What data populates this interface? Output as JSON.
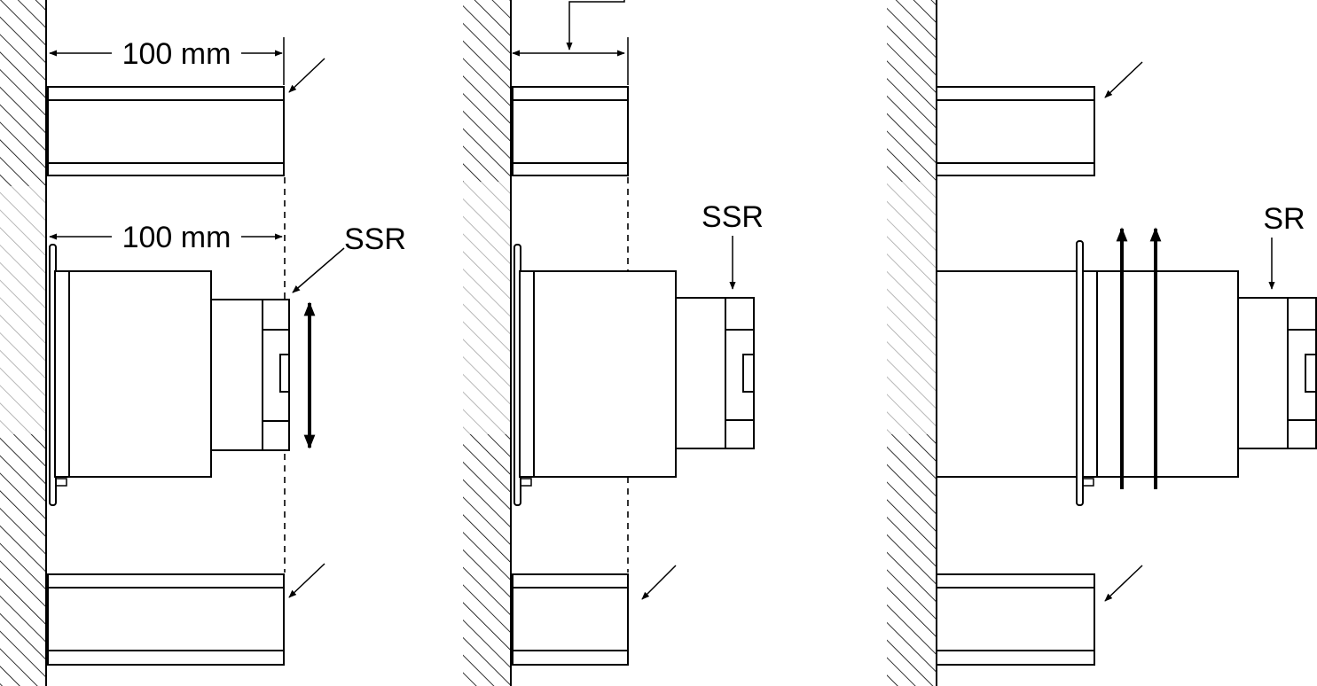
{
  "panel1": {
    "dim_upper": "100 mm",
    "dim_lower": "100 mm",
    "device_label": "SSR"
  },
  "panel2": {
    "device_label": "SSR"
  },
  "panel3": {
    "device_label": "SR"
  },
  "colors": {
    "line": "#000000",
    "background": "#ffffff"
  }
}
